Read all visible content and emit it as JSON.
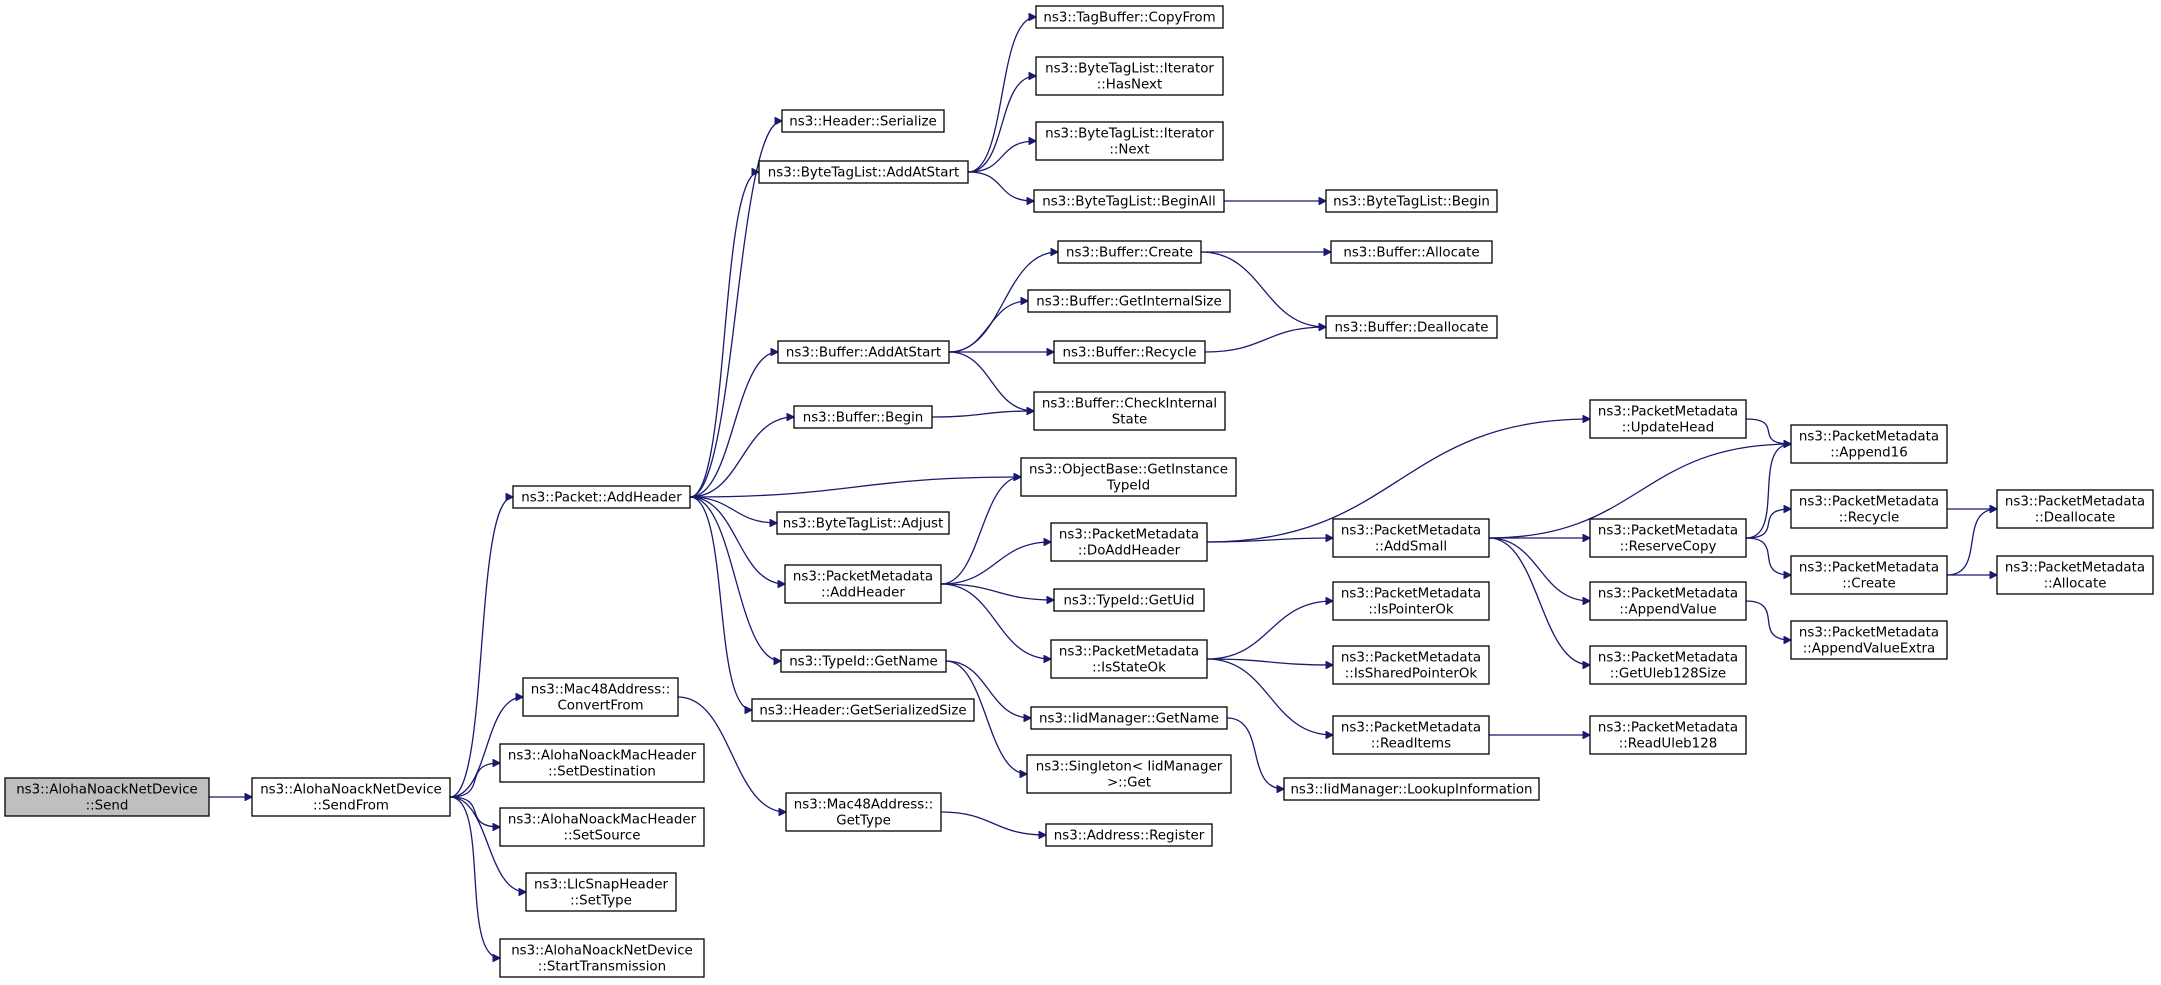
{
  "diagram": {
    "type": "call-graph",
    "nodes": [
      {
        "id": "send",
        "lines": [
          "ns3::AlohaNoackNetDevice",
          "::Send"
        ],
        "root": true
      },
      {
        "id": "sendfrom",
        "lines": [
          "ns3::AlohaNoackNetDevice",
          "::SendFrom"
        ]
      },
      {
        "id": "addheader",
        "lines": [
          "ns3::Packet::AddHeader"
        ]
      },
      {
        "id": "convertfrom",
        "lines": [
          "ns3::Mac48Address::",
          "ConvertFrom"
        ]
      },
      {
        "id": "setdest",
        "lines": [
          "ns3::AlohaNoackMacHeader",
          "::SetDestination"
        ]
      },
      {
        "id": "setsource",
        "lines": [
          "ns3::AlohaNoackMacHeader",
          "::SetSource"
        ]
      },
      {
        "id": "settype",
        "lines": [
          "ns3::LlcSnapHeader",
          "::SetType"
        ]
      },
      {
        "id": "starttx",
        "lines": [
          "ns3::AlohaNoackNetDevice",
          "::StartTransmission"
        ]
      },
      {
        "id": "hserialize",
        "lines": [
          "ns3::Header::Serialize"
        ]
      },
      {
        "id": "btladdatstart",
        "lines": [
          "ns3::ByteTagList::AddAtStart"
        ]
      },
      {
        "id": "bufaddatstart",
        "lines": [
          "ns3::Buffer::AddAtStart"
        ]
      },
      {
        "id": "bufbegin",
        "lines": [
          "ns3::Buffer::Begin"
        ]
      },
      {
        "id": "btladjust",
        "lines": [
          "ns3::ByteTagList::Adjust"
        ]
      },
      {
        "id": "pmaddheader",
        "lines": [
          "ns3::PacketMetadata",
          "::AddHeader"
        ]
      },
      {
        "id": "tidgetname",
        "lines": [
          "ns3::TypeId::GetName"
        ]
      },
      {
        "id": "hgetsersize",
        "lines": [
          "ns3::Header::GetSerializedSize"
        ]
      },
      {
        "id": "macgettype",
        "lines": [
          "ns3::Mac48Address::",
          "GetType"
        ]
      },
      {
        "id": "tagcopyfrom",
        "lines": [
          "ns3::TagBuffer::CopyFrom"
        ]
      },
      {
        "id": "ithasnext",
        "lines": [
          "ns3::ByteTagList::Iterator",
          "::HasNext"
        ]
      },
      {
        "id": "itnext",
        "lines": [
          "ns3::ByteTagList::Iterator",
          "::Next"
        ]
      },
      {
        "id": "btlbeginall",
        "lines": [
          "ns3::ByteTagList::BeginAll"
        ]
      },
      {
        "id": "bufcreate",
        "lines": [
          "ns3::Buffer::Create"
        ]
      },
      {
        "id": "bufgetinternal",
        "lines": [
          "ns3::Buffer::GetInternalSize"
        ]
      },
      {
        "id": "bufrecycle",
        "lines": [
          "ns3::Buffer::Recycle"
        ]
      },
      {
        "id": "bufcheck",
        "lines": [
          "ns3::Buffer::CheckInternal",
          "State"
        ]
      },
      {
        "id": "objgetinst",
        "lines": [
          "ns3::ObjectBase::GetInstance",
          "TypeId"
        ]
      },
      {
        "id": "pmdoaddheader",
        "lines": [
          "ns3::PacketMetadata",
          "::DoAddHeader"
        ]
      },
      {
        "id": "tidgetuid",
        "lines": [
          "ns3::TypeId::GetUid"
        ]
      },
      {
        "id": "pmisstateok",
        "lines": [
          "ns3::PacketMetadata",
          "::IsStateOk"
        ]
      },
      {
        "id": "iidgetname",
        "lines": [
          "ns3::IidManager::GetName"
        ]
      },
      {
        "id": "singleton",
        "lines": [
          "ns3::Singleton< IidManager",
          ">::Get"
        ]
      },
      {
        "id": "addrregister",
        "lines": [
          "ns3::Address::Register"
        ]
      },
      {
        "id": "btlbegin",
        "lines": [
          "ns3::ByteTagList::Begin"
        ]
      },
      {
        "id": "bufallocate",
        "lines": [
          "ns3::Buffer::Allocate"
        ]
      },
      {
        "id": "bufdealloc",
        "lines": [
          "ns3::Buffer::Deallocate"
        ]
      },
      {
        "id": "pmaddsmall",
        "lines": [
          "ns3::PacketMetadata",
          "::AddSmall"
        ]
      },
      {
        "id": "pmispointerok",
        "lines": [
          "ns3::PacketMetadata",
          "::IsPointerOk"
        ]
      },
      {
        "id": "pmissharedok",
        "lines": [
          "ns3::PacketMetadata",
          "::IsSharedPointerOk"
        ]
      },
      {
        "id": "pmreaditems",
        "lines": [
          "ns3::PacketMetadata",
          "::ReadItems"
        ]
      },
      {
        "id": "iidlookup",
        "lines": [
          "ns3::IidManager::LookupInformation"
        ]
      },
      {
        "id": "pmupdatehead",
        "lines": [
          "ns3::PacketMetadata",
          "::UpdateHead"
        ]
      },
      {
        "id": "pmreservecopy",
        "lines": [
          "ns3::PacketMetadata",
          "::ReserveCopy"
        ]
      },
      {
        "id": "pmappendvalue",
        "lines": [
          "ns3::PacketMetadata",
          "::AppendValue"
        ]
      },
      {
        "id": "pmgetuleb",
        "lines": [
          "ns3::PacketMetadata",
          "::GetUleb128Size"
        ]
      },
      {
        "id": "pmreaduleb",
        "lines": [
          "ns3::PacketMetadata",
          "::ReadUleb128"
        ]
      },
      {
        "id": "pmappend16",
        "lines": [
          "ns3::PacketMetadata",
          "::Append16"
        ]
      },
      {
        "id": "pmrecycle",
        "lines": [
          "ns3::PacketMetadata",
          "::Recycle"
        ]
      },
      {
        "id": "pmcreate",
        "lines": [
          "ns3::PacketMetadata",
          "::Create"
        ]
      },
      {
        "id": "pmappendextra",
        "lines": [
          "ns3::PacketMetadata",
          "::AppendValueExtra"
        ]
      },
      {
        "id": "pmdealloc",
        "lines": [
          "ns3::PacketMetadata",
          "::Deallocate"
        ]
      },
      {
        "id": "pmallocate",
        "lines": [
          "ns3::PacketMetadata",
          "::Allocate"
        ]
      }
    ],
    "edges": [
      [
        "send",
        "sendfrom"
      ],
      [
        "sendfrom",
        "addheader"
      ],
      [
        "sendfrom",
        "convertfrom"
      ],
      [
        "sendfrom",
        "setdest"
      ],
      [
        "sendfrom",
        "setsource"
      ],
      [
        "sendfrom",
        "settype"
      ],
      [
        "sendfrom",
        "starttx"
      ],
      [
        "addheader",
        "hserialize"
      ],
      [
        "addheader",
        "btladdatstart"
      ],
      [
        "addheader",
        "bufaddatstart"
      ],
      [
        "addheader",
        "bufbegin"
      ],
      [
        "addheader",
        "objgetinst"
      ],
      [
        "addheader",
        "btladjust"
      ],
      [
        "addheader",
        "pmaddheader"
      ],
      [
        "addheader",
        "tidgetname"
      ],
      [
        "addheader",
        "hgetsersize"
      ],
      [
        "convertfrom",
        "macgettype"
      ],
      [
        "btladdatstart",
        "tagcopyfrom"
      ],
      [
        "btladdatstart",
        "ithasnext"
      ],
      [
        "btladdatstart",
        "itnext"
      ],
      [
        "btladdatstart",
        "btlbeginall"
      ],
      [
        "btlbeginall",
        "btlbegin"
      ],
      [
        "bufaddatstart",
        "bufcreate"
      ],
      [
        "bufaddatstart",
        "bufgetinternal"
      ],
      [
        "bufaddatstart",
        "bufrecycle"
      ],
      [
        "bufaddatstart",
        "bufcheck"
      ],
      [
        "bufbegin",
        "bufcheck"
      ],
      [
        "bufcreate",
        "bufallocate"
      ],
      [
        "bufcreate",
        "bufdealloc"
      ],
      [
        "bufrecycle",
        "bufdealloc"
      ],
      [
        "pmaddheader",
        "objgetinst"
      ],
      [
        "pmaddheader",
        "pmdoaddheader"
      ],
      [
        "pmaddheader",
        "tidgetuid"
      ],
      [
        "pmaddheader",
        "pmisstateok"
      ],
      [
        "tidgetname",
        "iidgetname"
      ],
      [
        "tidgetname",
        "singleton"
      ],
      [
        "iidgetname",
        "iidlookup"
      ],
      [
        "macgettype",
        "addrregister"
      ],
      [
        "pmdoaddheader",
        "pmupdatehead"
      ],
      [
        "pmdoaddheader",
        "pmaddsmall"
      ],
      [
        "pmisstateok",
        "pmispointerok"
      ],
      [
        "pmisstateok",
        "pmissharedok"
      ],
      [
        "pmisstateok",
        "pmreaditems"
      ],
      [
        "pmreaditems",
        "pmreaduleb"
      ],
      [
        "pmaddsmall",
        "pmappend16"
      ],
      [
        "pmaddsmall",
        "pmreservecopy"
      ],
      [
        "pmaddsmall",
        "pmappendvalue"
      ],
      [
        "pmaddsmall",
        "pmgetuleb"
      ],
      [
        "pmupdatehead",
        "pmappend16"
      ],
      [
        "pmreservecopy",
        "pmappend16"
      ],
      [
        "pmreservecopy",
        "pmrecycle"
      ],
      [
        "pmreservecopy",
        "pmcreate"
      ],
      [
        "pmappendvalue",
        "pmappendextra"
      ],
      [
        "pmrecycle",
        "pmdealloc"
      ],
      [
        "pmcreate",
        "pmdealloc"
      ],
      [
        "pmcreate",
        "pmallocate"
      ]
    ]
  }
}
